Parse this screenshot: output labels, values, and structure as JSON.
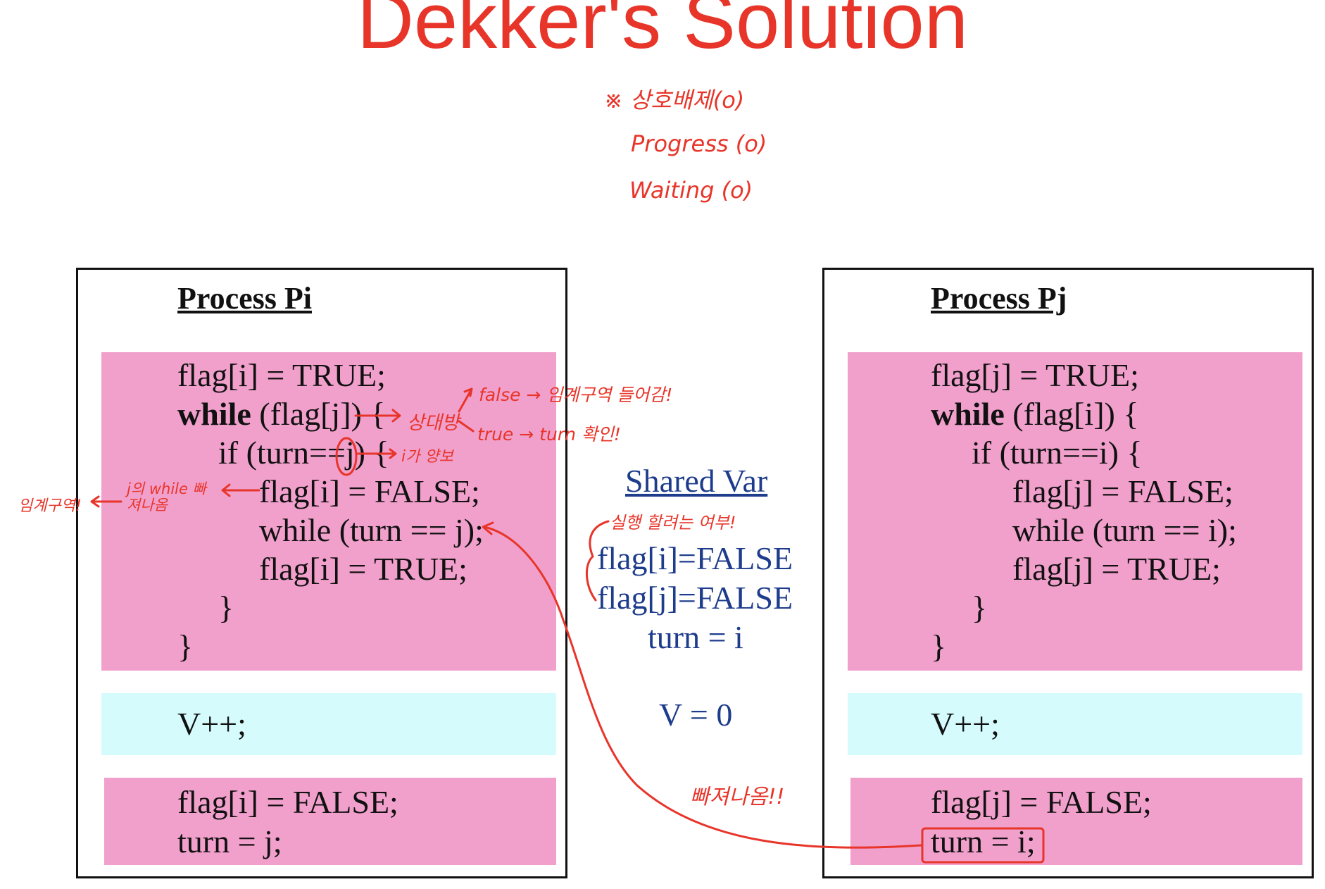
{
  "title": "Dekker's Solution",
  "header_notes": [
    "※ 상호배제(o)",
    "Progress (o)",
    "Waiting (o)"
  ],
  "process_i": {
    "header": "Process Pi",
    "entry_lines": [
      {
        "kw": "",
        "text": "flag[i] = TRUE;"
      },
      {
        "kw": "while",
        "text": " (flag[j]) {"
      },
      {
        "kw": "",
        "text": "if (turn==j) {"
      },
      {
        "kw": "",
        "text": "flag[i] = FALSE;"
      },
      {
        "kw": "",
        "text": "while (turn == j);"
      },
      {
        "kw": "",
        "text": "flag[i] = TRUE;"
      },
      {
        "kw": "",
        "text": "}"
      },
      {
        "kw": "",
        "text": "}"
      }
    ],
    "critical": "V++;",
    "exit_lines": [
      "flag[i] = FALSE;",
      "turn = j;"
    ]
  },
  "process_j": {
    "header": "Process Pj",
    "entry_lines": [
      {
        "kw": "",
        "text": "flag[j] = TRUE;"
      },
      {
        "kw": "while",
        "text": " (flag[i]) {"
      },
      {
        "kw": "",
        "text": "if (turn==i) {"
      },
      {
        "kw": "",
        "text": "flag[j] = FALSE;"
      },
      {
        "kw": "",
        "text": "while (turn == i);"
      },
      {
        "kw": "",
        "text": "flag[j] = TRUE;"
      },
      {
        "kw": "",
        "text": "}"
      },
      {
        "kw": "",
        "text": "}"
      }
    ],
    "critical": "V++;",
    "exit_lines": [
      "flag[j] = FALSE;",
      "turn = i;"
    ]
  },
  "shared": {
    "title": "Shared Var",
    "lines": [
      "flag[i]=FALSE",
      "flag[j]=FALSE",
      "turn = i"
    ],
    "v": "V = 0"
  },
  "annotations": {
    "opponent": "상대방",
    "false_branch": "false → 임계구역 들어감!",
    "true_branch": "true → turn 확인!",
    "yield": "i가 양보",
    "j_while_exit": "j의 while 빠져나옴",
    "critical_section": "임계구역!",
    "execute_intent": "실행 할려는 여부!",
    "exit_note": "빠져나옴!!"
  },
  "colors": {
    "title": "#e8352a",
    "annotation": "#e8352a",
    "entry_exit_bg": "#f1a0cc",
    "critical_bg": "#d5fbfd",
    "shared_text": "#1e3c8c"
  }
}
